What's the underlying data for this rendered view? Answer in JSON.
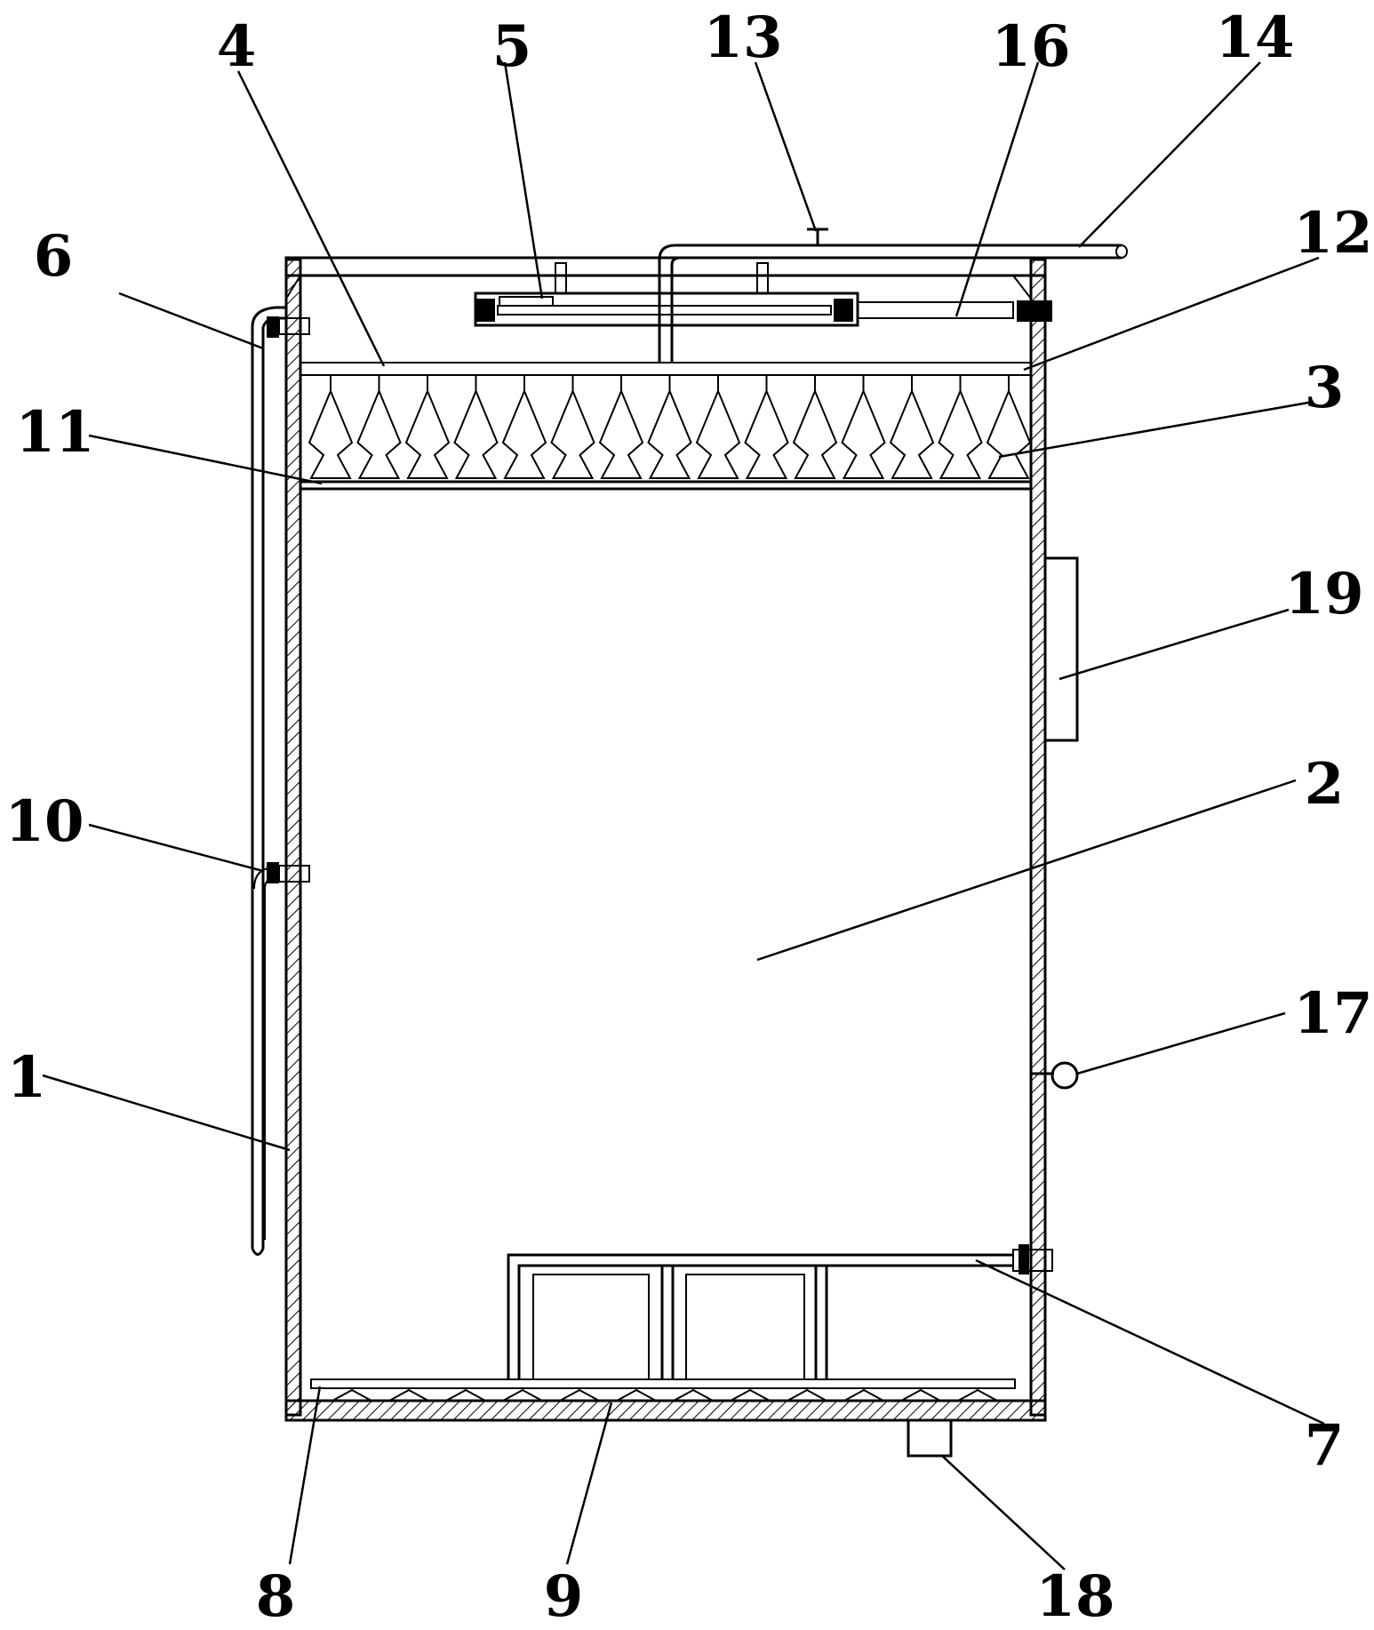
{
  "labels": {
    "l1": "1",
    "l2": "2",
    "l3": "3",
    "l4": "4",
    "l5": "5",
    "l6": "6",
    "l7": "7",
    "l8": "8",
    "l9": "9",
    "l10": "10",
    "l11": "11",
    "l12": "12",
    "l13": "13",
    "l14": "14",
    "l16": "16",
    "l17": "17",
    "l18": "18",
    "l19": "19"
  }
}
